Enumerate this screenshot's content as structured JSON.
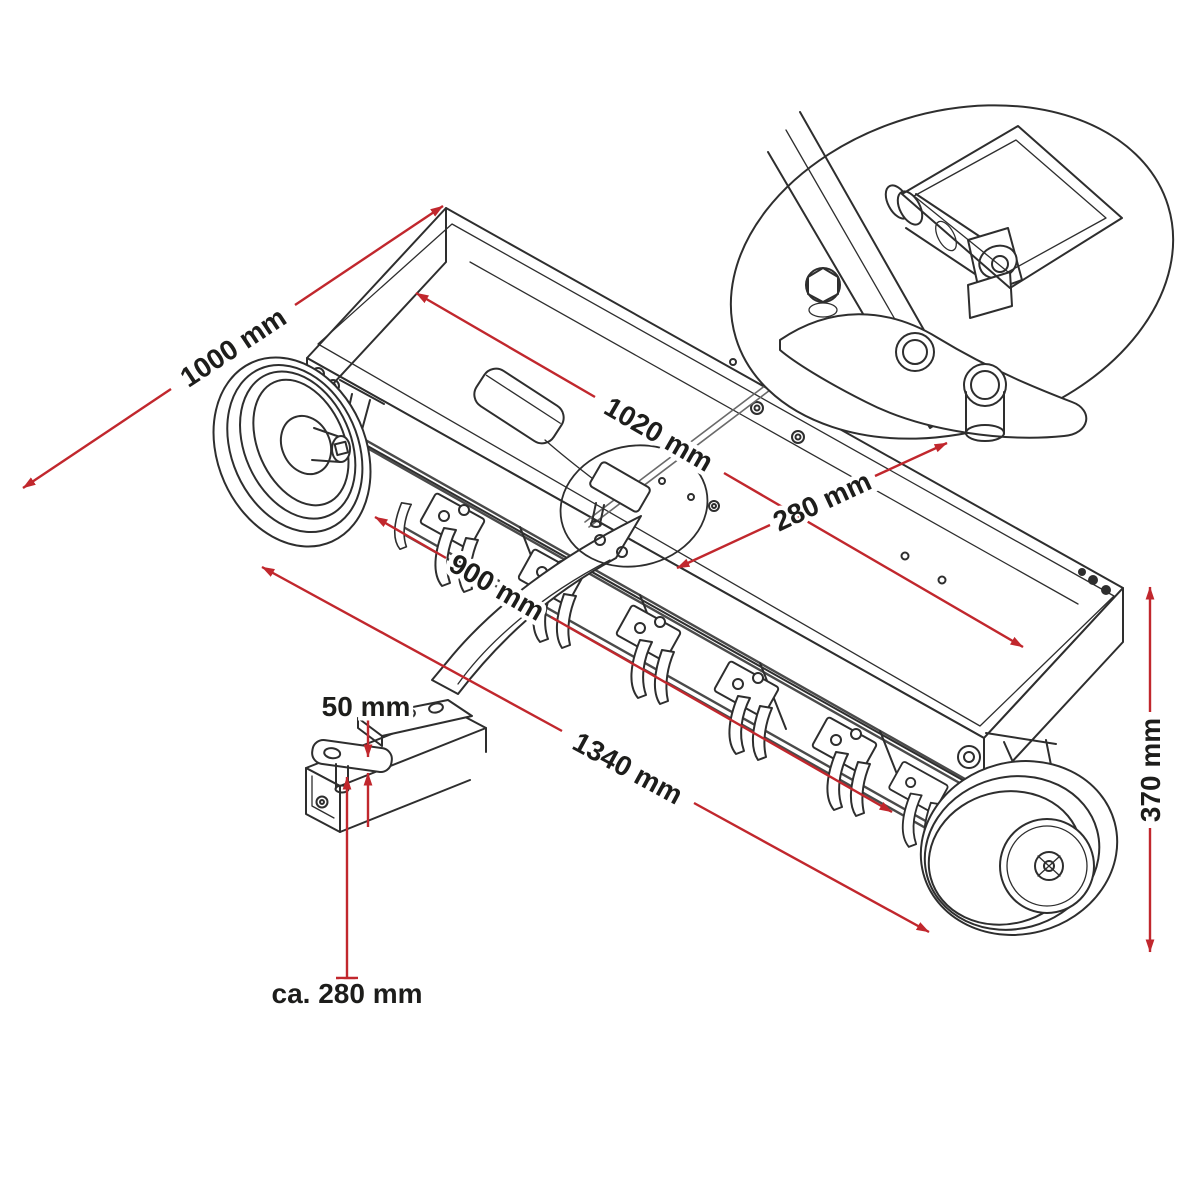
{
  "diagram": {
    "dimensions": {
      "top_width": {
        "label": "1000 mm"
      },
      "overall_width": {
        "label": "1020 mm"
      },
      "hitch_offset": {
        "label": "280 mm"
      },
      "working_width": {
        "label": "900 mm"
      },
      "overall_length": {
        "label": "1340 mm"
      },
      "wheel_height": {
        "label": "370 mm"
      },
      "hitch_step": {
        "label": "50 mm"
      },
      "hitch_ground_height": {
        "label": "ca. 280 mm"
      }
    },
    "colors": {
      "dimension_line": "#c1272d",
      "label_text": "#1d1d1b",
      "line_art": "#2e2e2e",
      "background": "#ffffff"
    }
  }
}
